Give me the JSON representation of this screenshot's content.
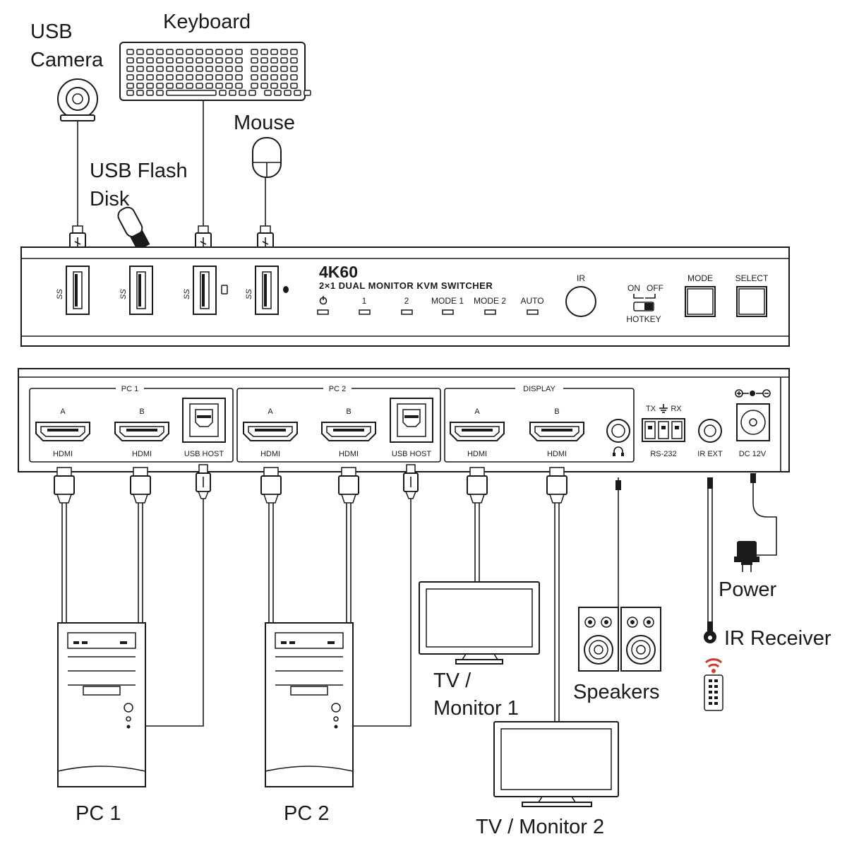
{
  "labels": {
    "usb_camera_1": "USB",
    "usb_camera_2": "Camera",
    "keyboard": "Keyboard",
    "mouse": "Mouse",
    "usb_flash_1": "USB Flash",
    "usb_flash_2": "Disk",
    "power": "Power",
    "ir_receiver": "IR Receiver",
    "speakers": "Speakers",
    "tv1_1": "TV /",
    "tv1_2": "Monitor 1",
    "tv2": "TV / Monitor 2",
    "pc1": "PC 1",
    "pc2": "PC 2"
  },
  "front_panel": {
    "brand": "4K60",
    "model": "2×1 DUAL MONITOR KVM SWITCHER",
    "leds": [
      "1",
      "2",
      "MODE 1",
      "MODE 2",
      "AUTO"
    ],
    "ir": "IR",
    "hotkey_on": "ON",
    "hotkey_off": "OFF",
    "hotkey": "HOTKEY",
    "mode_button": "MODE",
    "select_button": "SELECT"
  },
  "rear_panel": {
    "pc1_group": "PC 1",
    "pc2_group": "PC 2",
    "display_group": "DISPLAY",
    "port_a": "A",
    "port_b": "B",
    "hdmi": "HDMI",
    "usb_host": "USB HOST",
    "rs232_tx": "TX",
    "rs232_rx": "RX",
    "rs232": "RS-232",
    "ir_ext": "IR EXT",
    "dc": "DC 12V"
  }
}
